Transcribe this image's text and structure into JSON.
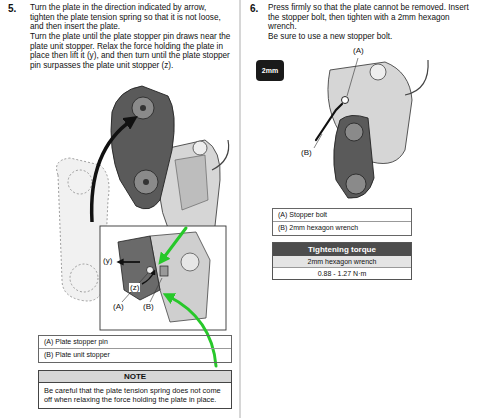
{
  "diagram": {
    "nodes": [
      {
        "text": [
          "(A) Plate stopper pin",
          "(B) Plate unit stopper"
        ]
      },
      {
        "text": [
          "NOTE",
          "Be careful that the plate tension spring does not come off when relaxing the force holding the plate in place."
        ]
      },
      {
        "text": [
          "2mm"
        ]
      },
      {
        "text": [
          "(A) Stopper bolt",
          "(B) 2mm hexagon wrench"
        ]
      },
      {
        "text": [
          "Tightening torque",
          "2mm hexagon wrench",
          "0.88 - 1.27 N·m"
        ]
      }
    ],
    "labels": [
      "5.",
      "Turn the plate in the direction indicated by arrow, tighten the plate tension spring so that it is not loose, and then insert the plate.",
      "Turn the plate until the plate stopper pin draws near the plate unit stopper. Relax the force holding the plate in place then lift it (y), and then turn until the plate stopper pin surpasses the plate unit stopper (z).",
      "(y)",
      "(z)",
      "(A)",
      "(B)",
      "6.",
      "Press firmly so that the plate cannot be removed. Insert the stopper bolt, then tighten with a 2mm hexagon wrench.",
      "Be sure to use a new stopper bolt.",
      "(A)",
      "(B)"
    ]
  }
}
